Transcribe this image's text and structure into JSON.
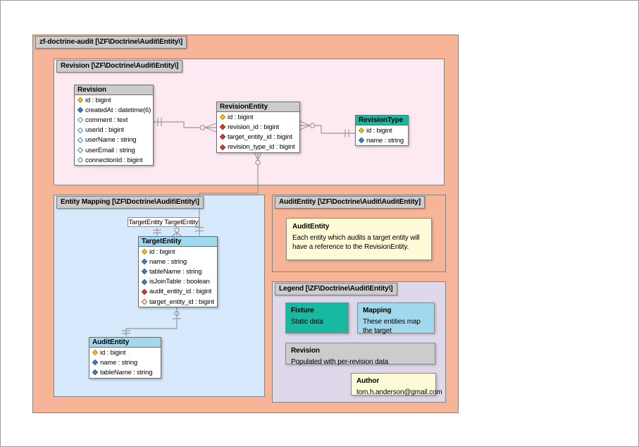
{
  "packages": {
    "root": {
      "title": "zf-doctrine-audit [\\ZF\\Doctrine\\Audit\\Entity\\]"
    },
    "revision": {
      "title": "Revision [\\ZF\\Doctrine\\Audit\\Entity\\]"
    },
    "entity_mapping": {
      "title": "Entity Mapping [\\ZF\\Doctrine\\Audit\\Entity\\]"
    },
    "audit_entity": {
      "title": "AuditEntity [\\ZF\\Doctrine\\Audit\\AuditEntity]"
    },
    "legend": {
      "title": "Legend [\\ZF\\Doctrine\\Audit\\Entity\\]"
    }
  },
  "tables": {
    "revision": {
      "name": "Revision",
      "header_color": "#cccccc",
      "fields": [
        {
          "icon": "primary-key-diamond",
          "label": "id : bigint"
        },
        {
          "icon": "required-diamond",
          "label": "createdAt : datetime(6)"
        },
        {
          "icon": "nullable-diamond",
          "label": "comment : text"
        },
        {
          "icon": "nullable-diamond",
          "label": "userId : bigint"
        },
        {
          "icon": "nullable-diamond",
          "label": "userName : string"
        },
        {
          "icon": "nullable-diamond",
          "label": "userEmail : string"
        },
        {
          "icon": "nullable-diamond",
          "label": "connectionId : bigint"
        }
      ]
    },
    "revision_entity": {
      "name": "RevisionEntity",
      "header_color": "#cccccc",
      "fields": [
        {
          "icon": "primary-key-diamond",
          "label": "id : bigint"
        },
        {
          "icon": "foreign-key-diamond",
          "label": "revision_id : bigint"
        },
        {
          "icon": "foreign-key-diamond",
          "label": "target_entity_id : bigint"
        },
        {
          "icon": "foreign-key-diamond",
          "label": "revision_type_id : bigint"
        }
      ]
    },
    "revision_type": {
      "name": "RevisionType",
      "header_color": "#17b9a0",
      "fields": [
        {
          "icon": "primary-key-diamond",
          "label": "id : bigint"
        },
        {
          "icon": "required-diamond",
          "label": "name : string"
        }
      ]
    },
    "target_entity": {
      "name": "TargetEntity",
      "header_color": "#a0d8ee",
      "fields": [
        {
          "icon": "primary-key-diamond",
          "label": "id : bigint"
        },
        {
          "icon": "required-diamond",
          "label": "name : string"
        },
        {
          "icon": "required-diamond",
          "label": "tableName : string"
        },
        {
          "icon": "required-diamond",
          "label": "isJoinTable : boolean"
        },
        {
          "icon": "foreign-key-diamond",
          "label": "audit_entity_id : bigint"
        },
        {
          "icon": "nullable-foreign-key-diamond",
          "label": "target_entity_id : bigint"
        }
      ]
    },
    "audit_entity": {
      "name": "AuditEntity",
      "header_color": "#a0d8ee",
      "fields": [
        {
          "icon": "primary-key-diamond",
          "label": "id : bigint"
        },
        {
          "icon": "required-diamond",
          "label": "name : string"
        },
        {
          "icon": "required-diamond",
          "label": "tableName : string"
        }
      ]
    }
  },
  "labels": {
    "self_relation": "TargetEntity TargetEntity"
  },
  "note": {
    "title": "AuditEntity",
    "body": "Each entity which audits a target entity will have a reference to the RevisionEntity."
  },
  "legend": {
    "fixture": {
      "title": "Fixture",
      "body": "Static data"
    },
    "mapping": {
      "title": "Mapping",
      "body": "These entities map the target"
    },
    "revision": {
      "title": "Revision",
      "body": "Populated with per-revision data"
    },
    "author": {
      "title": "Author",
      "body": "tom.h.anderson@gmail.com"
    }
  },
  "colors": {
    "package_bg": "#f8b496",
    "revision_section_bg": "#fce9f1",
    "mapping_section_bg": "#d7e9fc",
    "audit_section_bg": "#f8b496",
    "legend_section_bg": "#ded8ea",
    "fixture_teal": "#17b9a0",
    "mapping_blue": "#a0d8ee",
    "note_yellow": "#fdfad7",
    "header_gray": "#cccccc",
    "relation_line": "#999999",
    "primary_key_gold": "#e8c52a",
    "required_blue": "#3f7fc1",
    "foreign_key_red": "#d43a3a"
  }
}
